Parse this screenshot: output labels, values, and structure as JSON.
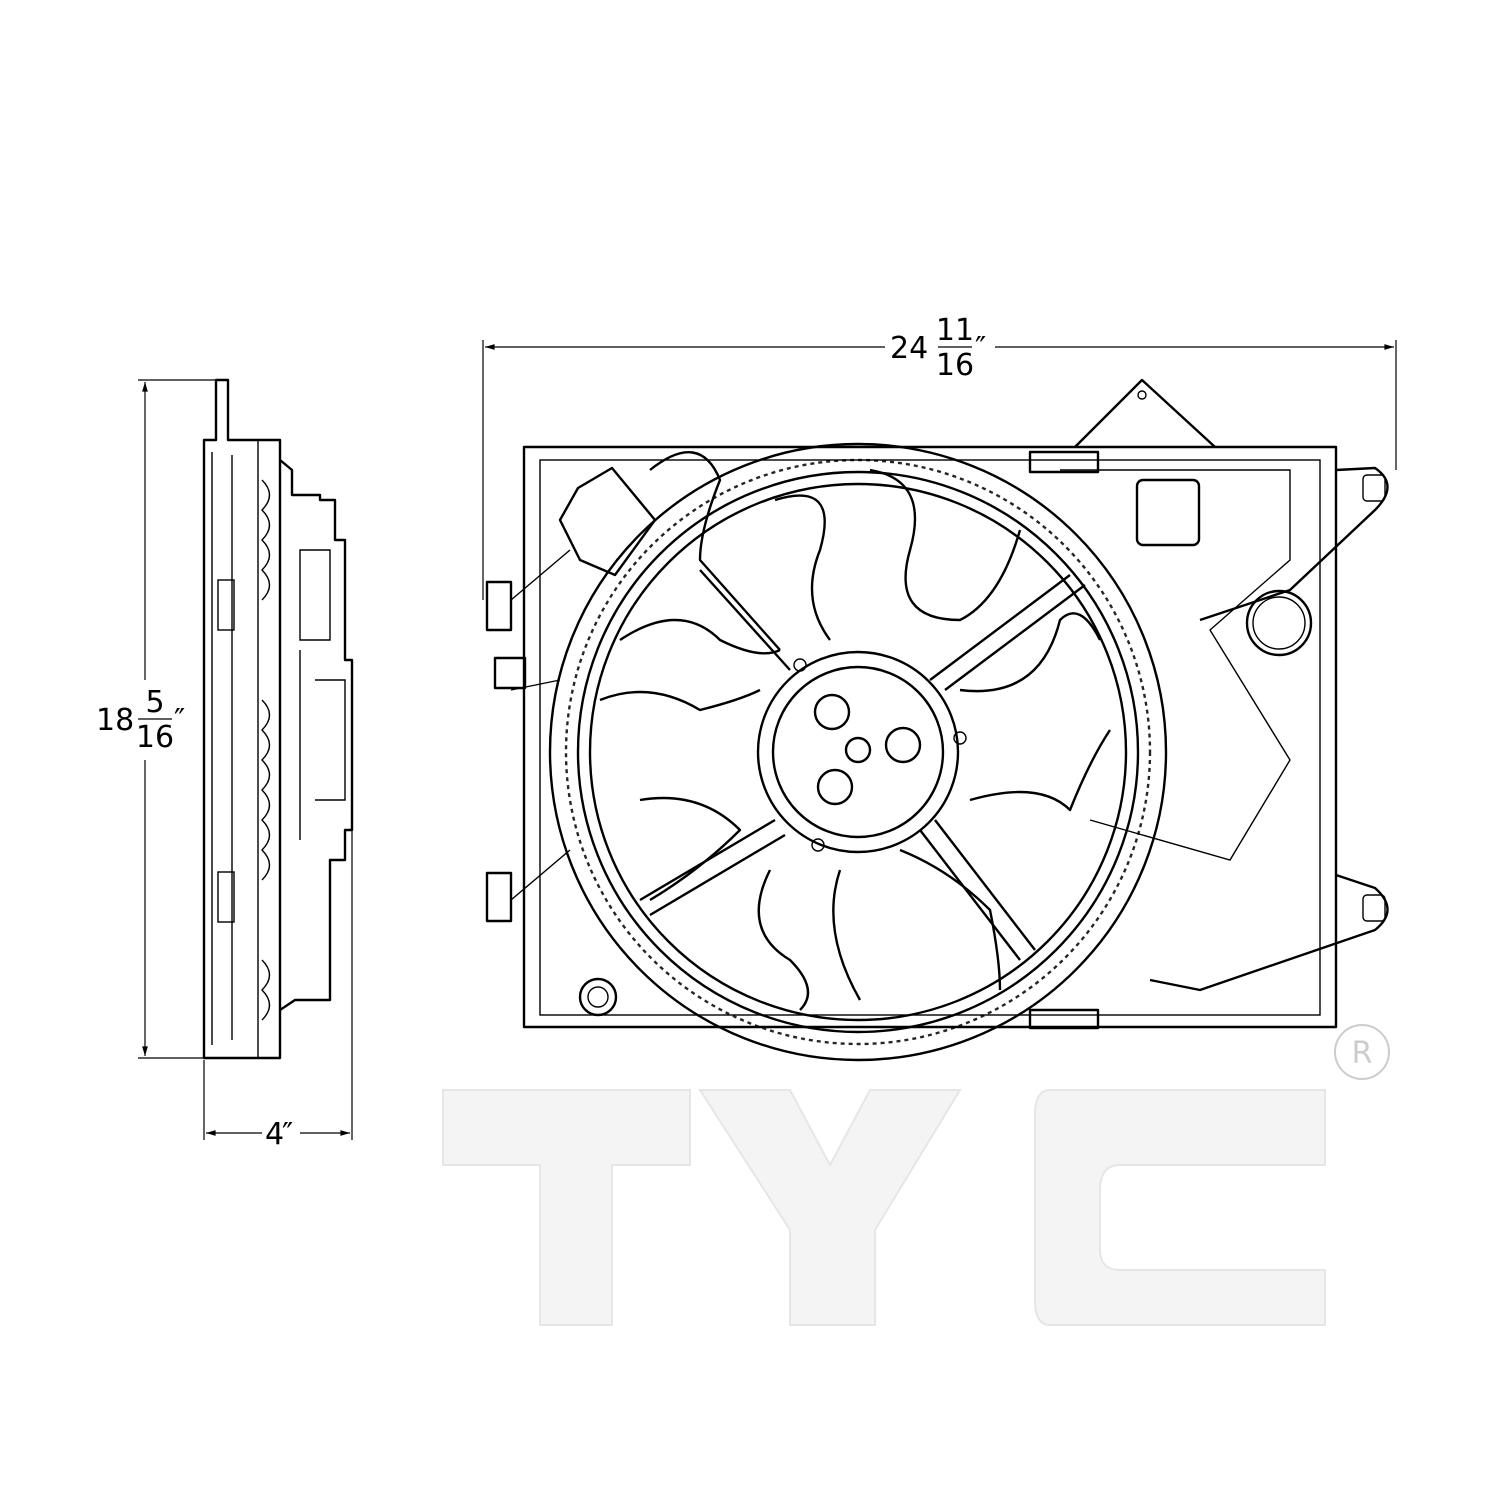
{
  "dimensions": {
    "width": {
      "whole": "24",
      "numerator": "11",
      "denominator": "16",
      "unit": "″"
    },
    "height": {
      "whole": "18",
      "numerator": "5",
      "denominator": "16",
      "unit": "″"
    },
    "depth": {
      "whole": "4",
      "unit": "″"
    }
  },
  "watermark": {
    "brand": "TYC",
    "registered_mark": "R"
  },
  "colors": {
    "line": "#000000",
    "watermark_fill": "#f4f4f4",
    "watermark_stroke": "#e6e6e6"
  }
}
